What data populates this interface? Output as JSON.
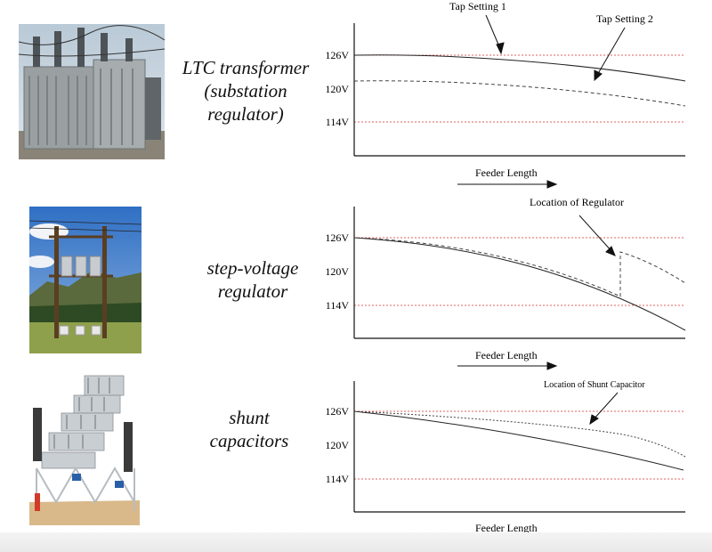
{
  "rows": [
    {
      "label_lines": [
        "LTC transformer",
        "(substation",
        "regulator)"
      ],
      "photo_icon": "ltc-transformer-photo",
      "chart": {
        "x_label": "Feeder Length",
        "y_ticks": [
          "126V",
          "120V",
          "114V"
        ],
        "annotations": [
          "Tap Setting 1",
          "Tap Setting 2"
        ]
      }
    },
    {
      "label_lines": [
        "step-voltage",
        "regulator"
      ],
      "photo_icon": "step-voltage-regulator-photo",
      "chart": {
        "x_label": "Feeder Length",
        "y_ticks": [
          "126V",
          "120V",
          "114V"
        ],
        "annotations": [
          "Location of Regulator"
        ]
      }
    },
    {
      "label_lines": [
        "shunt",
        "capacitors"
      ],
      "photo_icon": "shunt-capacitor-bank-photo",
      "chart": {
        "x_label": "Feeder Length",
        "y_ticks": [
          "126V",
          "120V",
          "114V"
        ],
        "annotations": [
          "Location of Shunt Capacitor"
        ]
      }
    }
  ],
  "colors": {
    "limit_line": "#e06060",
    "curve": "#222222",
    "axis": "#111111"
  }
}
